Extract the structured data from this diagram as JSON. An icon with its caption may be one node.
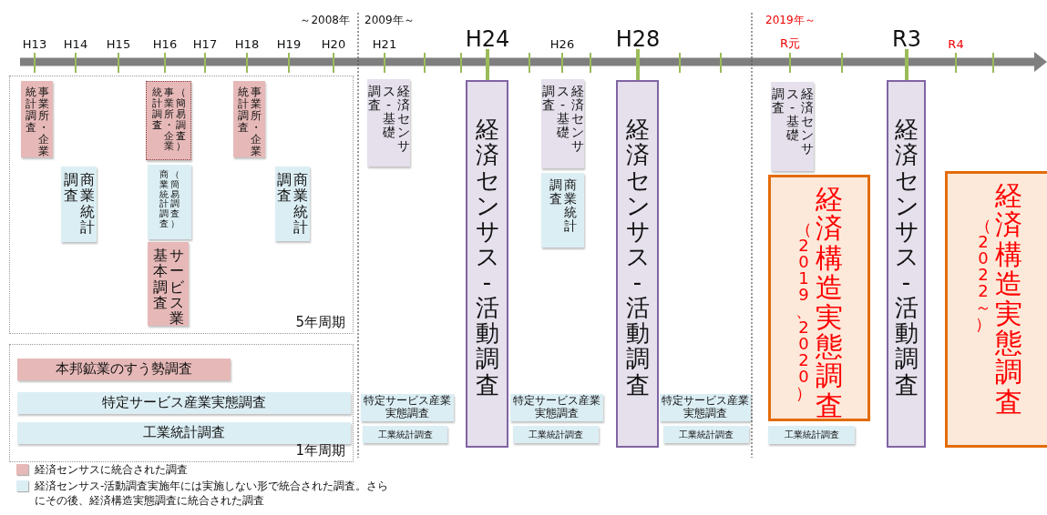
{
  "diagram": {
    "nodes": [
      {
        "text": [
          "5年周期"
        ]
      },
      {
        "text": [
          "事業所・企業統計調査"
        ],
        "in": 0
      },
      {
        "text": [
          "商業統計調査"
        ],
        "in": 0
      },
      {
        "text": [
          "（簡易調査）事業所・企業統計調査"
        ],
        "in": 0
      },
      {
        "text": [
          "（簡易調査）商業統計調査"
        ],
        "in": 0
      },
      {
        "text": [
          "サービス業基本調査"
        ],
        "in": 0
      },
      {
        "text": [
          "事業所・企業統計調査"
        ],
        "in": 0
      },
      {
        "text": [
          "商業統計調査"
        ],
        "in": 0
      },
      {
        "text": [
          "1年周期"
        ]
      },
      {
        "text": [
          "本邦鉱業のすう勢調査"
        ],
        "in": 8
      },
      {
        "text": [
          "特定サービス産業実態調査"
        ],
        "in": 8
      },
      {
        "text": [
          "工業統計調査"
        ],
        "in": 8
      },
      {
        "text": [
          "経済センサス-基礎調査"
        ]
      },
      {
        "text": [
          "特定サービス産業実態調査"
        ]
      },
      {
        "text": [
          "工業統計調査"
        ]
      },
      {
        "text": [
          "経済センサス-活動調査"
        ]
      },
      {
        "text": [
          "経済センサス-基礎調査"
        ]
      },
      {
        "text": [
          "商業統計調査"
        ]
      },
      {
        "text": [
          "特定サービス産業実態調査"
        ]
      },
      {
        "text": [
          "工業統計調査"
        ]
      },
      {
        "text": [
          "経済センサス-活動調査"
        ]
      },
      {
        "text": [
          "特定サービス産業実態調査"
        ]
      },
      {
        "text": [
          "工業統計調査"
        ]
      },
      {
        "text": [
          "経済センサス-基礎調査"
        ]
      },
      {
        "text": [
          "（2019、2020）",
          "経済構造実態調査"
        ]
      },
      {
        "text": [
          "工業統計調査"
        ]
      },
      {
        "text": [
          "経済センサス-活動調査"
        ]
      },
      {
        "text": [
          "（2022～）",
          "経済構造実態調査"
        ]
      }
    ],
    "labels": [
      "～2008年",
      "2009年～",
      "2019年～",
      "H13",
      "H14",
      "H15",
      "H16",
      "H17",
      "H18",
      "H19",
      "H20",
      "H21",
      "H24",
      "H26",
      "H28",
      "R元",
      "R3",
      "R4"
    ],
    "legend": [
      {
        "text": "経済センサスに統合された調査",
        "color": "#e6b9b8"
      },
      {
        "text": "経済センサス-活動調査実施年には実施しない形で統合された調査。さらにその後、経済構造実態調査に統合された調査",
        "color": "#dbeef4"
      }
    ]
  }
}
